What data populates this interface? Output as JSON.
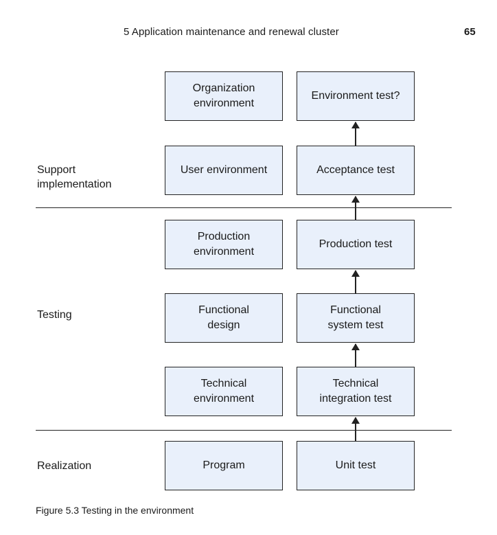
{
  "header": {
    "title": "5  Application maintenance and renewal cluster",
    "page_number": "65"
  },
  "boxes": {
    "organization_environment": "Organization\nenvironment",
    "environment_test": "Environment test?",
    "user_environment": "User environment",
    "acceptance_test": "Acceptance test",
    "production_environment": "Production\nenvironment",
    "production_test": "Production test",
    "functional_design": "Functional\ndesign",
    "functional_system_test": "Functional\nsystem test",
    "technical_environment": "Technical\nenvironment",
    "technical_integration_test": "Technical\nintegration test",
    "program": "Program",
    "unit_test": "Unit test"
  },
  "labels": {
    "support_implementation": "Support\nimplementation",
    "testing": "Testing",
    "realization": "Realization"
  },
  "caption": "Figure 5.3  Testing in the environment"
}
